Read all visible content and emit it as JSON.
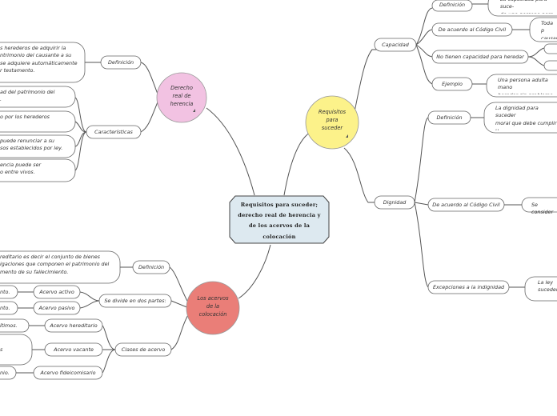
{
  "colors": {
    "center_fill": "#dde9f0",
    "requisitos_fill": "#fcf28a",
    "derecho_fill": "#f2c2e2",
    "acervos_fill": "#ea7e78",
    "line": "#555555"
  },
  "center": {
    "title": "Requisitos para suceder; derecho real de herencia y de los acervos de la colocación"
  },
  "requisitos": {
    "title": "Requisitos\npara\nsuceder",
    "capacidad": {
      "label": "Capacidad",
      "definicion": {
        "label": "Definición",
        "text": "La capacidad para suce-\nde una persona para re"
      },
      "codigo": {
        "label": "De acuerdo al Código Civil",
        "text": "Toda p\ncausan"
      },
      "no_capacidad": {
        "label": "No tienen capacidad para heredar"
      },
      "ejemplo": {
        "label": "Ejemplo",
        "text": "Una persona adulta mano\nheredar sin problema."
      }
    },
    "dignidad": {
      "label": "Dignidad",
      "definicion": {
        "label": "Definición",
        "text": "La dignidad para suceder\nmoral que debe cumplir u\nuna herencia."
      },
      "codigo": {
        "label": "De acuerdo al Código Civil",
        "text": "Se consider"
      },
      "excepciones": {
        "label": "Excepciones a la indignidad",
        "text": "La ley\nsuceder."
      }
    }
  },
  "derecho": {
    "title": "Derecho\nreal de\nherencia",
    "definicion": {
      "label": "Definición",
      "text": "s herederos de adquirir la\nntrimonio del causante a su\nse adquiere automáticamente\nr testamento."
    },
    "caracteristicas": {
      "label": "Características",
      "items": [
        "ad del patrimonio del\n.",
        "o por los herederos",
        "puede renunciar a su\nsos establecidos por ley.",
        "encia puede ser\no entre vivos."
      ]
    }
  },
  "acervos": {
    "title": "Los acervos\nde la\ncolocación",
    "definicion": {
      "label": "Definición",
      "text": "reditario es decir el conjunto de bienes\nigaciones que componen el patrimonio del\nmento de su fallecimiento."
    },
    "divide": {
      "label": "Se divide en dos partes:",
      "activo": {
        "label": "Acervo activo",
        "text": "nto."
      },
      "pasivo": {
        "label": "Acervo pasivo",
        "text": "nto."
      }
    },
    "clases": {
      "label": "Clases de acervo",
      "hereditario": {
        "label": "Acervo hereditario",
        "text": "ítimos."
      },
      "vacante": {
        "label": "Acervo vacante",
        "text": "s"
      },
      "fideicomisario": {
        "label": "Acervo fideicomisario",
        "text": "nio."
      }
    }
  }
}
